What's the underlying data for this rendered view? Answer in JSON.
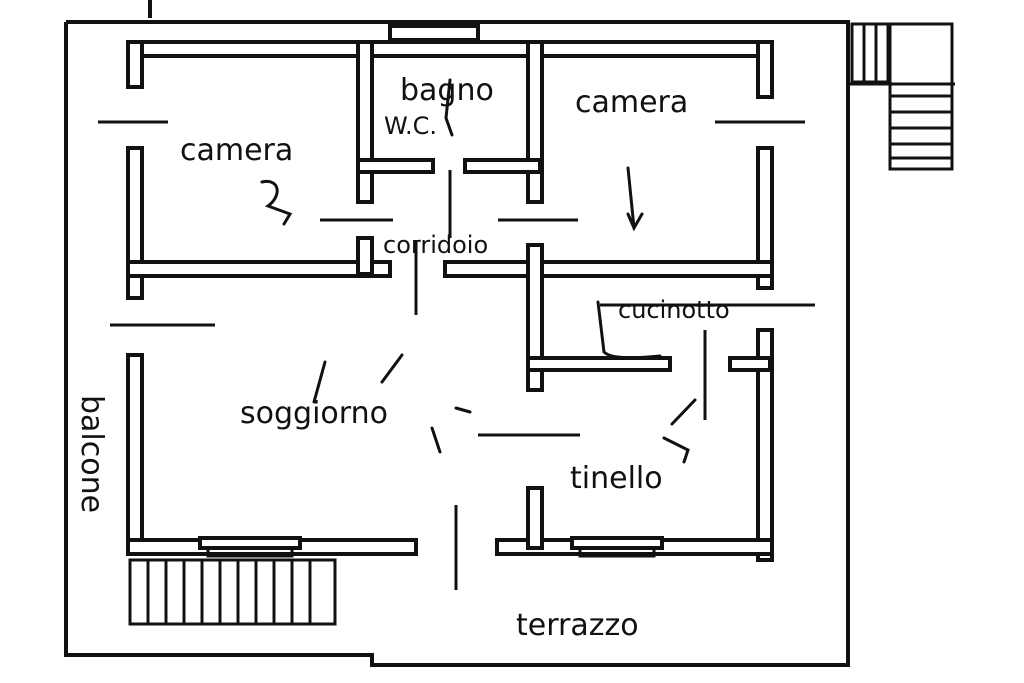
{
  "rooms": {
    "camera_left": "camera",
    "bagno_line1": "bagno",
    "bagno_line2": "W.C.",
    "camera_right": "camera",
    "corridoio": "corridoio",
    "cucinotto": "cucinotto",
    "soggiorno": "soggiorno",
    "tinello": "tinello",
    "balcone": "balcone",
    "terrazzo": "terrazzo"
  }
}
